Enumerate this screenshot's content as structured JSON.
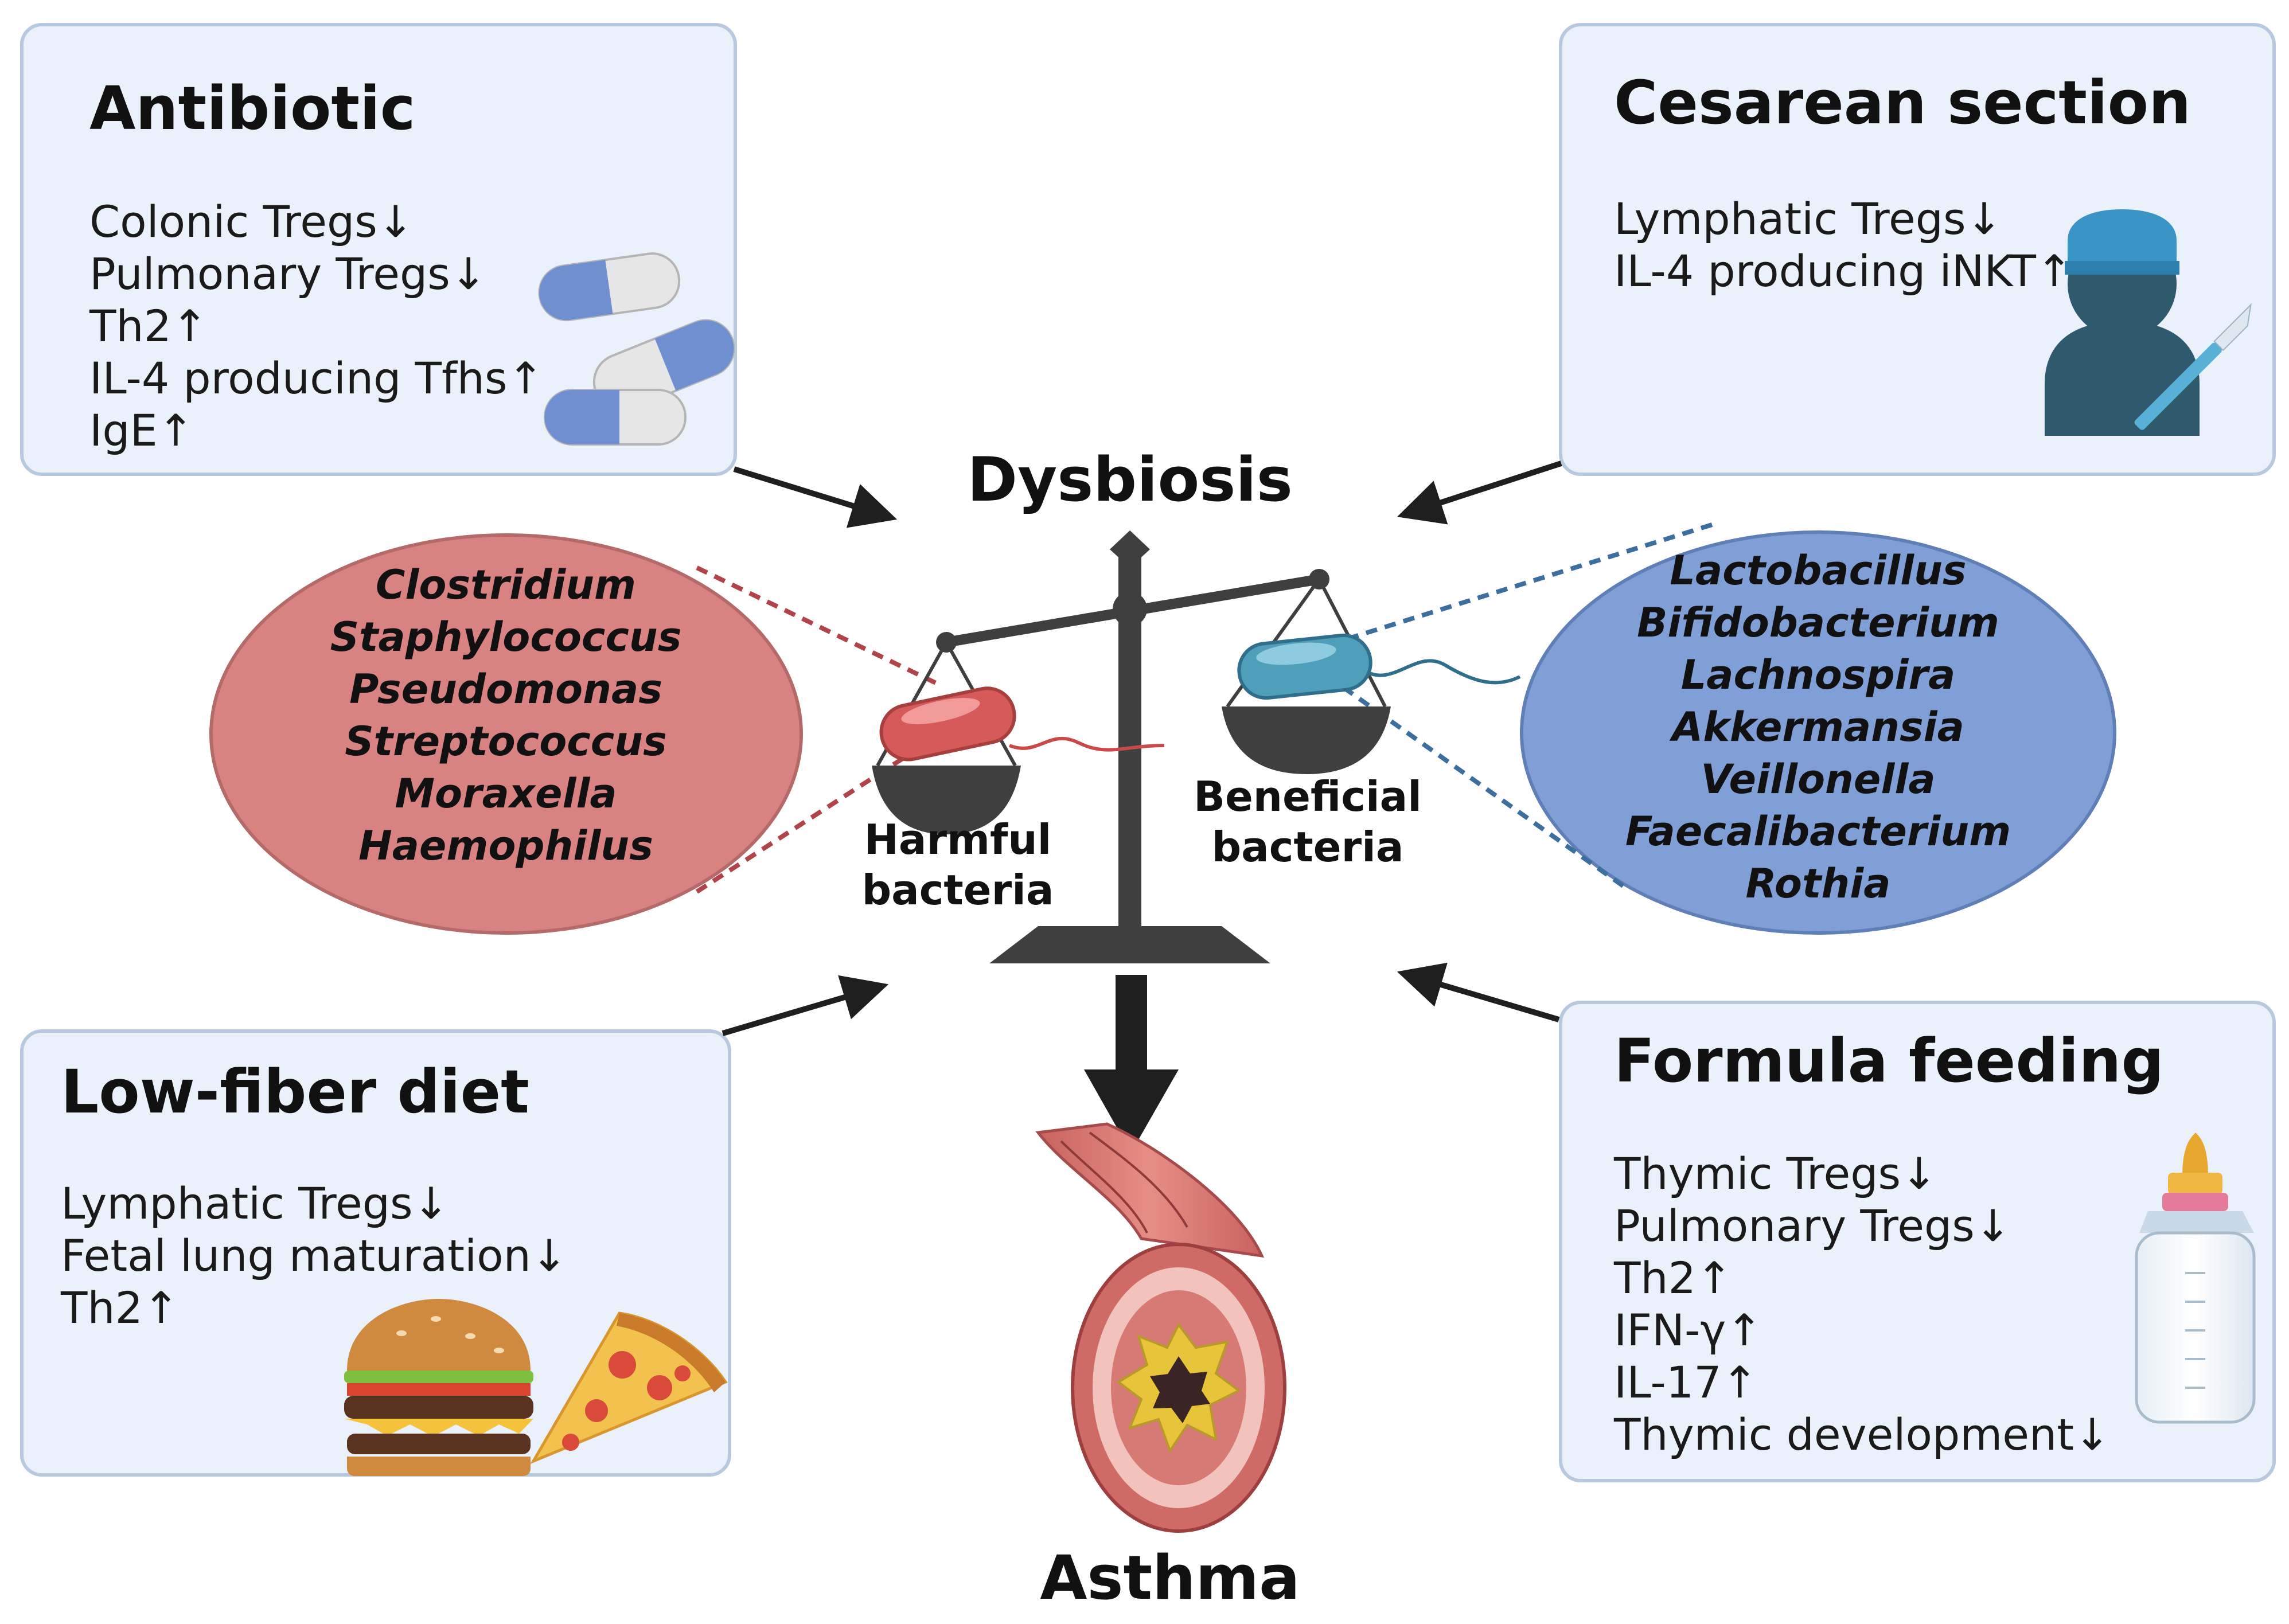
{
  "center": {
    "top_label": "Dysbiosis",
    "bottom_label": "Asthma"
  },
  "boxes": {
    "antibiotic": {
      "title": "Antibiotic",
      "items": [
        "Colonic Tregs↓",
        "Pulmonary Tregs↓",
        "Th2↑",
        "IL-4 producing Tfhs↑",
        "IgE↑"
      ]
    },
    "cesarean": {
      "title": "Cesarean section",
      "items": [
        "Lymphatic Tregs↓",
        "IL-4 producing iNKT↑"
      ]
    },
    "lowfiber": {
      "title": "Low-fiber diet",
      "items": [
        "Lymphatic Tregs↓",
        "Fetal lung maturation↓",
        "Th2↑"
      ]
    },
    "formula": {
      "title": "Formula feeding",
      "items": [
        "Thymic Tregs↓",
        "Pulmonary Tregs↓",
        "Th2↑",
        "IFN-γ↑",
        "IL-17↑",
        "Thymic development↓"
      ]
    }
  },
  "harmful": {
    "label_line1": "Harmful",
    "label_line2": "bacteria",
    "genera": [
      "Clostridium",
      "Staphylococcus",
      "Pseudomonas",
      "Streptococcus",
      "Moraxella",
      "Haemophilus"
    ]
  },
  "beneficial": {
    "label_line1": "Beneficial",
    "label_line2": "bacteria",
    "genera": [
      "Lactobacillus",
      "Bifidobacterium",
      "Lachnospira",
      "Akkermansia",
      "Veillonella",
      "Faecalibacterium",
      "Rothia"
    ]
  },
  "colors": {
    "box_fill": "#eaf1fb",
    "box_border": "#b8c9df",
    "harmful_oval": "#d98282",
    "beneficial_oval": "#7f9fd6",
    "scale": "#3f3f3f",
    "harmful_bacterium": "#d65a5a",
    "beneficial_bacterium": "#4f9fba"
  },
  "icons": [
    "capsules-icon",
    "surgeon-icon",
    "burger-icon",
    "pizza-icon",
    "baby-bottle-icon",
    "balance-scale-icon",
    "airway-icon"
  ]
}
